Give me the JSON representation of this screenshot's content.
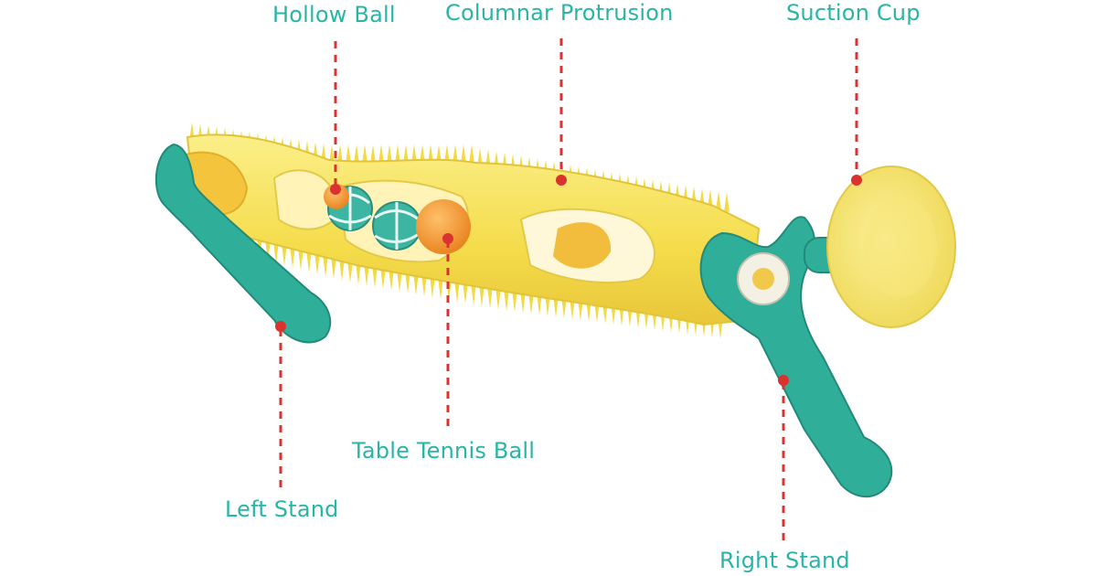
{
  "labels": {
    "hollow_ball": "Hollow Ball",
    "columnar_protrusion": "Columnar Protrusion",
    "suction_cup": "Suction Cup",
    "table_tennis_ball": "Table Tennis Ball",
    "left_stand": "Left Stand",
    "right_stand": "Right Stand"
  },
  "colors": {
    "label_text": "#27b5a6",
    "leader_line": "#d8332f",
    "body_yellow": "#f6e35a",
    "stand_teal": "#2fae99",
    "ball_orange": "#f29a2c"
  }
}
